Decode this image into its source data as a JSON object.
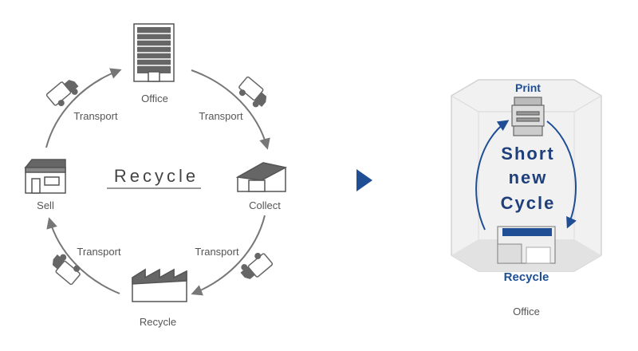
{
  "left_cycle": {
    "center_title": "Recycle",
    "nodes": {
      "office": "Office",
      "collect": "Collect",
      "recycle": "Recycle",
      "sell": "Sell"
    },
    "transport_labels": [
      "Transport",
      "Transport",
      "Transport",
      "Transport"
    ]
  },
  "right_panel": {
    "print_label": "Print",
    "cycle_lines": [
      "Short",
      "new",
      "Cycle"
    ],
    "recycle_label": "Recycle",
    "location_label": "Office"
  },
  "colors": {
    "arrow_gray": "#777777",
    "icon_gray": "#666666",
    "blue": "#1f4e94",
    "dark_blue": "#1f3f7a",
    "pointer": "#1f4e94"
  }
}
